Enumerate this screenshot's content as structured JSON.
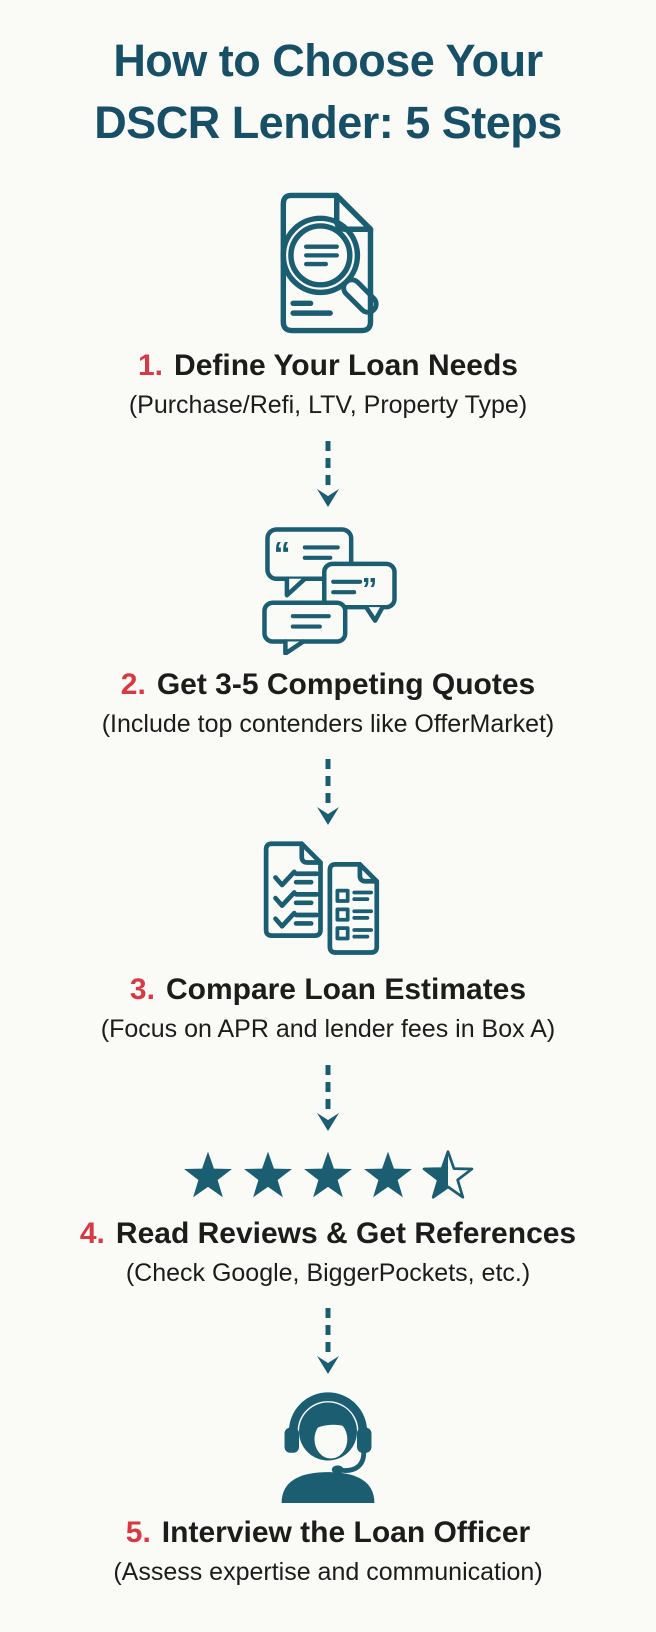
{
  "theme": {
    "bg": "#fafaf7",
    "teal": "#1b5e72",
    "teal_dark": "#174f66",
    "red": "#d63a45",
    "ink": "#1c1c1c"
  },
  "header": {
    "title_line1": "How to Choose Your",
    "title_line2": "DSCR Lender: 5 Steps"
  },
  "steps": [
    {
      "number": "1.",
      "title": "Define Your Loan Needs",
      "subtitle": "(Purchase/Refi, LTV, Property Type)",
      "icon": "document-search-icon"
    },
    {
      "number": "2.",
      "title": "Get 3-5 Competing Quotes",
      "subtitle": "(Include top contenders like OfferMarket)",
      "icon": "quote-chat-bubbles-icon"
    },
    {
      "number": "3.",
      "title": "Compare Loan Estimates",
      "subtitle": "(Focus on APR and lender fees in Box A)",
      "icon": "checklist-documents-icon"
    },
    {
      "number": "4.",
      "title": "Read Reviews & Get References",
      "subtitle": "(Check Google, BiggerPockets, etc.)",
      "icon": "star-rating-icon",
      "rating": 4.5,
      "rating_full_stars": 4,
      "rating_half_stars": 1
    },
    {
      "number": "5.",
      "title": "Interview the Loan Officer",
      "subtitle": "(Assess expertise and communication)",
      "icon": "support-agent-icon"
    }
  ]
}
